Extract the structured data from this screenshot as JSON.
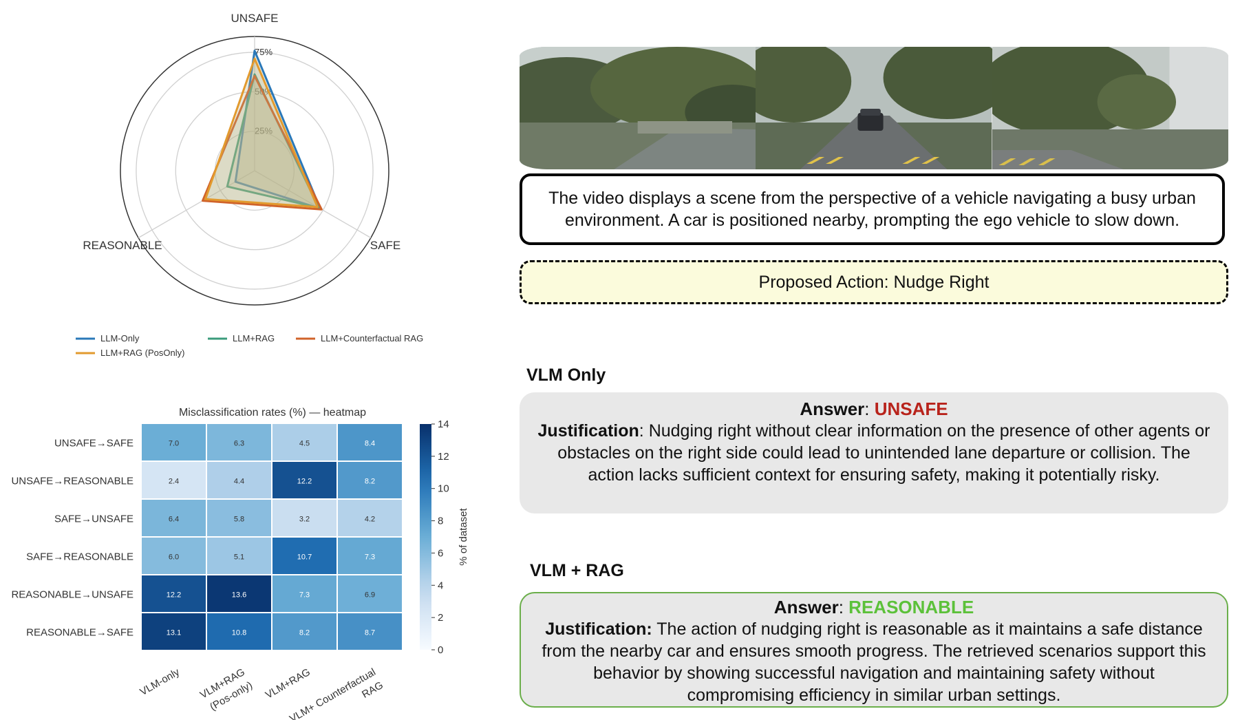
{
  "radar": {
    "axes": [
      "UNSAFE",
      "SAFE",
      "REASONABLE"
    ],
    "ring_labels": [
      "25%",
      "50%",
      "75%"
    ],
    "rmax": 85,
    "series": [
      {
        "name": "LLM-Only",
        "color": "#2a78b8",
        "values": [
          76,
          48,
          14
        ]
      },
      {
        "name": "LLM+RAG",
        "color": "#3a9b7b",
        "values": [
          61,
          47,
          20
        ]
      },
      {
        "name": "LLM+Counterfactual RAG",
        "color": "#d0632a",
        "values": [
          60,
          49,
          38
        ]
      },
      {
        "name": "LLM+RAG (PosOnly)",
        "color": "#e29a2e",
        "values": [
          71,
          46,
          36
        ]
      }
    ]
  },
  "chart_data": {
    "type": "heatmap",
    "title": "Misclassification rates (%) — heatmap",
    "rows": [
      "UNSAFE→SAFE",
      "UNSAFE→REASONABLE",
      "SAFE→UNSAFE",
      "SAFE→REASONABLE",
      "REASONABLE→UNSAFE",
      "REASONABLE→SAFE"
    ],
    "columns": [
      "VLM-only",
      "VLM+RAG (Pos-only)",
      "VLM+RAG",
      "VLM+ Counterfactual RAG"
    ],
    "column_label_lines": [
      [
        "VLM-only"
      ],
      [
        "VLM+RAG",
        "(Pos-only)"
      ],
      [
        "VLM+RAG"
      ],
      [
        "VLM+ Counterfactual",
        "RAG"
      ]
    ],
    "values": [
      [
        7.0,
        6.3,
        4.5,
        8.4
      ],
      [
        2.4,
        4.4,
        12.2,
        8.2
      ],
      [
        6.4,
        5.8,
        3.2,
        4.2
      ],
      [
        6.0,
        5.1,
        10.7,
        7.3
      ],
      [
        12.2,
        13.6,
        7.3,
        6.9
      ],
      [
        13.1,
        10.8,
        8.2,
        8.7
      ]
    ],
    "colorbar_label": "% of dataset",
    "colorbar_range": [
      0,
      14
    ],
    "colorbar_ticks": [
      0,
      2,
      4,
      6,
      8,
      10,
      12,
      14
    ],
    "colormap": "Blues"
  },
  "description": "The video displays a scene from the perspective of a vehicle navigating a busy urban environment. A car is positioned nearby, prompting the ego vehicle to slow down.",
  "proposed_action": "Proposed Action: Nudge Right",
  "vlm_only": {
    "title": "VLM Only",
    "answer_label": "Answer",
    "answer": "UNSAFE",
    "justification_label": "Justification",
    "justification": "Nudging right without clear information on the presence of other agents or obstacles on the right side could lead to unintended lane departure or collision. The action lacks sufficient context for ensuring safety, making it potentially risky."
  },
  "vlm_rag": {
    "title": "VLM + RAG",
    "answer_label": "Answer",
    "answer": "REASONABLE",
    "justification_label": "Justification:",
    "justification": "The action of nudging right is reasonable as it maintains a safe distance from the nearby car and ensures smooth progress. The retrieved scenarios support this behavior by showing successful navigation and maintaining safety without compromising efficiency in similar urban settings."
  },
  "colors": {
    "answer_unsafe": "#b8231b",
    "answer_reasonable": "#5cc13a",
    "action_box_bg": "#fbfbdc",
    "answer_box_bg": "#e8e8e8",
    "rag_box_border": "#6aae4a"
  }
}
